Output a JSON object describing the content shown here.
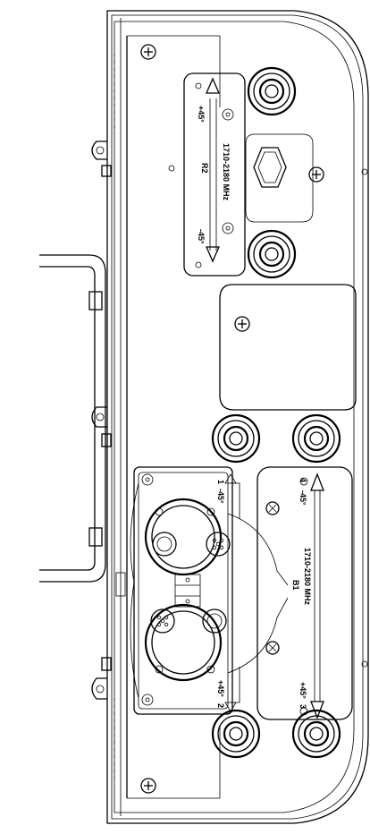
{
  "upper_panel": {
    "band_label": "1710-2180 MHz",
    "port_id": "R2",
    "pol_left": "+45°",
    "pol_right": "-45°"
  },
  "lower_panel": {
    "band_label": "1710-2180 MHz",
    "port_id": "B1",
    "pol_left": "-45°",
    "pol_right": "+45°",
    "port_num_left": "4",
    "port_num_right": "3"
  },
  "connector_block": {
    "pol_upper": "-45°",
    "pol_lower": "+45°",
    "port_num_upper": "1",
    "port_num_lower": "2"
  }
}
